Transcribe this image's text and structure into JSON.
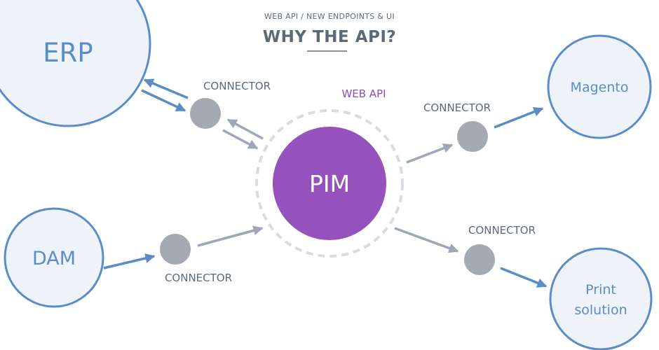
{
  "header": {
    "breadcrumb": "WEB API  /  NEW ENDPOINTS & UI",
    "title": "WHY THE API?"
  },
  "nodes": {
    "erp": "ERP",
    "dam": "DAM",
    "pim": "PIM",
    "magento": "Magento",
    "print_line1": "Print",
    "print_line2": "solution"
  },
  "labels": {
    "connector": "CONNECTOR",
    "web_api": "WEB API"
  },
  "colors": {
    "system_fill": "#eef3fa",
    "system_stroke": "#5a8dc8",
    "system_text": "#5a8dc8",
    "pim_fill": "#9552bc",
    "web_api_label": "#8a4fb5",
    "connector_fill": "#a4a9b4",
    "connector_text": "#5d6a7a",
    "gray_arrow": "#9ea6b8",
    "blue_arrow": "#5a8dc8",
    "title": "#5d6a7a"
  }
}
